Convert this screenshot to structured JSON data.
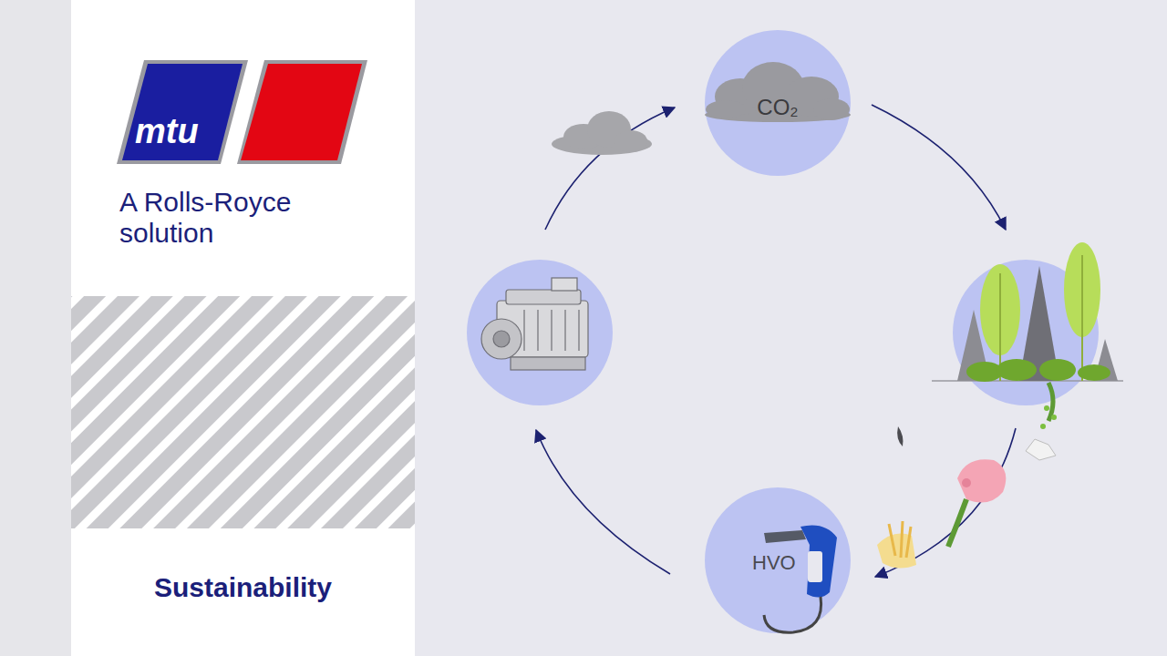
{
  "diagram": {
    "nodes": [
      {
        "text": [
          "mtu"
        ]
      },
      {
        "text": [
          "CO₂"
        ]
      },
      {
        "text": [
          "HVO"
        ]
      }
    ],
    "labels": [
      "A Rolls-Royce solution",
      "Sustainability"
    ]
  }
}
